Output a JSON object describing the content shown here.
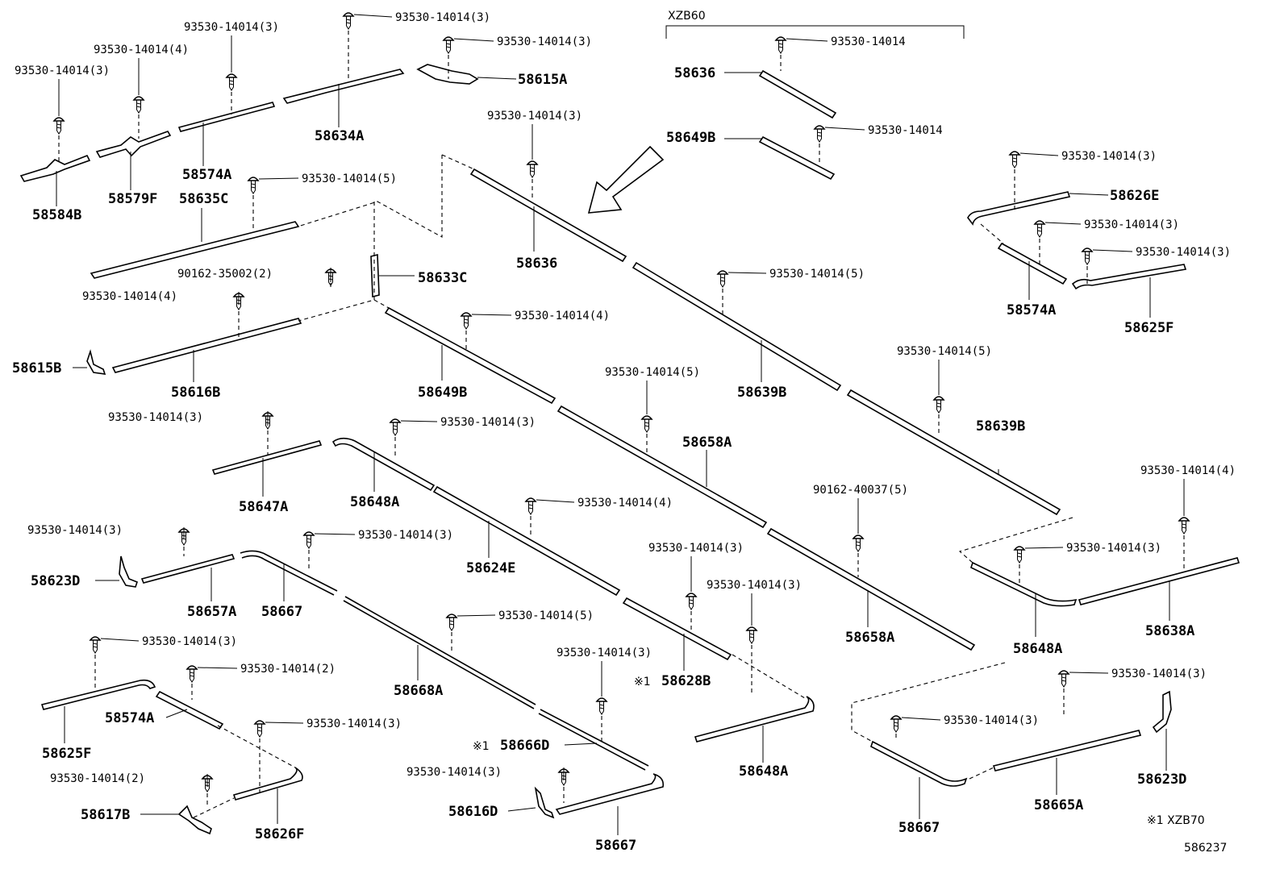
{
  "diagram": {
    "variant_label": "XZB60",
    "footnote": "※1 XZB70",
    "figure_number": "586237",
    "screws": [
      {
        "id": "s1",
        "text": "93530-14014(3)"
      },
      {
        "id": "s2",
        "text": "93530-14014(3)"
      },
      {
        "id": "s3",
        "text": "93530-14014(4)"
      },
      {
        "id": "s4",
        "text": "93530-14014(3)"
      },
      {
        "id": "s5",
        "text": "93530-14014(3)"
      },
      {
        "id": "s6",
        "text": "93530-14014"
      },
      {
        "id": "s7",
        "text": "93530-14014"
      },
      {
        "id": "s8",
        "text": "93530-14014(3)"
      },
      {
        "id": "s9",
        "text": "93530-14014(5)"
      },
      {
        "id": "s10",
        "text": "93530-14014(3)"
      },
      {
        "id": "s11",
        "text": "93530-14014(3)"
      },
      {
        "id": "s12",
        "text": "93530-14014(3)"
      },
      {
        "id": "s13",
        "text": "90162-35002(2)"
      },
      {
        "id": "s14",
        "text": "93530-14014(4)"
      },
      {
        "id": "s15",
        "text": "93530-14014(4)"
      },
      {
        "id": "s16",
        "text": "93530-14014(5)"
      },
      {
        "id": "s17",
        "text": "93530-14014(5)"
      },
      {
        "id": "s18",
        "text": "93530-14014(5)"
      },
      {
        "id": "s19",
        "text": "93530-14014(3)"
      },
      {
        "id": "s20",
        "text": "93530-14014(3)"
      },
      {
        "id": "s21",
        "text": "93530-14014(4)"
      },
      {
        "id": "s22",
        "text": "90162-40037(5)"
      },
      {
        "id": "s23",
        "text": "93530-14014(4)"
      },
      {
        "id": "s24",
        "text": "93530-14014(3)"
      },
      {
        "id": "s25",
        "text": "93530-14014(3)"
      },
      {
        "id": "s26",
        "text": "93530-14014(3)"
      },
      {
        "id": "s27",
        "text": "93530-14014(3)"
      },
      {
        "id": "s28",
        "text": "93530-14014(3)"
      },
      {
        "id": "s29",
        "text": "93530-14014(5)"
      },
      {
        "id": "s30",
        "text": "93530-14014(3)"
      },
      {
        "id": "s31",
        "text": "93530-14014(3)"
      },
      {
        "id": "s32",
        "text": "93530-14014(2)"
      },
      {
        "id": "s33",
        "text": "93530-14014(3)"
      },
      {
        "id": "s34",
        "text": "93530-14014(3)"
      },
      {
        "id": "s35",
        "text": "93530-14014(3)"
      },
      {
        "id": "s36",
        "text": "93530-14014(2)"
      },
      {
        "id": "s37",
        "text": "93530-14014(3)"
      }
    ],
    "parts": [
      {
        "id": "p1",
        "text": "58615A"
      },
      {
        "id": "p2",
        "text": "58634A"
      },
      {
        "id": "p3",
        "text": "58574A"
      },
      {
        "id": "p4",
        "text": "58584B"
      },
      {
        "id": "p5",
        "text": "58579F"
      },
      {
        "id": "p6",
        "text": "58635C"
      },
      {
        "id": "p7",
        "text": "58636"
      },
      {
        "id": "p8",
        "text": "58649B"
      },
      {
        "id": "p9",
        "text": "58636"
      },
      {
        "id": "p10",
        "text": "58626E"
      },
      {
        "id": "p11",
        "text": "58574A"
      },
      {
        "id": "p12",
        "text": "58625F"
      },
      {
        "id": "p13",
        "text": "58633C"
      },
      {
        "id": "p14",
        "text": "58615B"
      },
      {
        "id": "p15",
        "text": "58616B"
      },
      {
        "id": "p16",
        "text": "58649B"
      },
      {
        "id": "p17",
        "text": "58639B"
      },
      {
        "id": "p18",
        "text": "58639B"
      },
      {
        "id": "p19",
        "text": "58658A"
      },
      {
        "id": "p20",
        "text": "58647A"
      },
      {
        "id": "p21",
        "text": "58648A"
      },
      {
        "id": "p22",
        "text": "58624E"
      },
      {
        "id": "p23",
        "text": "58623D"
      },
      {
        "id": "p24",
        "text": "58657A"
      },
      {
        "id": "p25",
        "text": "58667"
      },
      {
        "id": "p26",
        "text": "58658A"
      },
      {
        "id": "p27",
        "text": "58648A"
      },
      {
        "id": "p28",
        "text": "58638A"
      },
      {
        "id": "p29",
        "text": "58628B"
      },
      {
        "id": "p30",
        "text": "58668A"
      },
      {
        "id": "p31",
        "text": "58625F"
      },
      {
        "id": "p32",
        "text": "58574A"
      },
      {
        "id": "p33",
        "text": "58648A"
      },
      {
        "id": "p34",
        "text": "58666D"
      },
      {
        "id": "p35",
        "text": "58617B"
      },
      {
        "id": "p36",
        "text": "58626F"
      },
      {
        "id": "p37",
        "text": "58616D"
      },
      {
        "id": "p38",
        "text": "58667"
      },
      {
        "id": "p39",
        "text": "58667"
      },
      {
        "id": "p40",
        "text": "58665A"
      },
      {
        "id": "p41",
        "text": "58623D"
      }
    ],
    "markers": [
      {
        "id": "m1",
        "text": "※1"
      },
      {
        "id": "m2",
        "text": "※1"
      }
    ]
  }
}
